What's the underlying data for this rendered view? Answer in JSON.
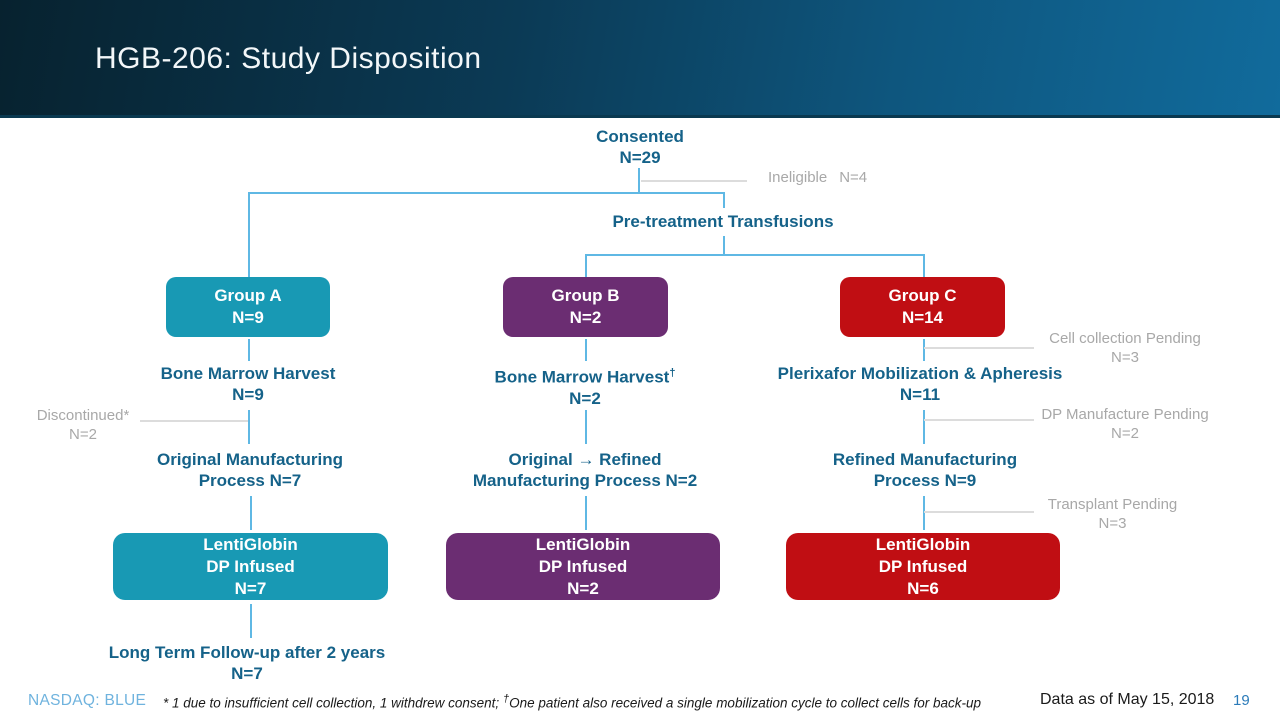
{
  "header": {
    "title": "HGB-206: Study Disposition"
  },
  "flow": {
    "consented": {
      "label": "Consented",
      "n": "N=29"
    },
    "ineligible": {
      "label": "Ineligible",
      "n": "N=4"
    },
    "pretreatment": {
      "label": "Pre-treatment Transfusions"
    },
    "groups": [
      {
        "label": "Group A",
        "n": "N=9",
        "color": "#1899B4"
      },
      {
        "label": "Group B",
        "n": "N=2",
        "color": "#6B2D72"
      },
      {
        "label": "Group C",
        "n": "N=14",
        "color": "#C00E13"
      }
    ],
    "stage1": [
      {
        "label": "Bone Marrow Harvest",
        "sup": "",
        "n": "N=9"
      },
      {
        "label": "Bone Marrow Harvest",
        "sup": "†",
        "n": "N=2"
      },
      {
        "label": "Plerixafor Mobilization & Apheresis",
        "sup": "",
        "n": "N=11"
      }
    ],
    "stage2": [
      {
        "line1": "Original Manufacturing",
        "line2": "Process N=7"
      },
      {
        "line1": "Original → Refined",
        "line2": "Manufacturing Process N=2"
      },
      {
        "line1": "Refined Manufacturing",
        "line2": "Process N=9"
      }
    ],
    "dp": [
      {
        "line1": "LentiGlobin",
        "line2": "DP Infused",
        "n": "N=7",
        "color": "#1899B4"
      },
      {
        "line1": "LentiGlobin",
        "line2": "DP Infused",
        "n": "N=2",
        "color": "#6B2D72"
      },
      {
        "line1": "LentiGlobin",
        "line2": "DP Infused",
        "n": "N=6",
        "color": "#C00E13"
      }
    ],
    "followup": {
      "label": "Long Term Follow-up after 2 years",
      "n": "N=7"
    },
    "notes": {
      "discontinued": {
        "label": "Discontinued*",
        "n": "N=2"
      },
      "cell_collection": {
        "label": "Cell collection Pending",
        "n": "N=3"
      },
      "dp_manufacture": {
        "label": "DP Manufacture Pending",
        "n": "N=2"
      },
      "transplant": {
        "label": "Transplant Pending",
        "n": "N=3"
      }
    }
  },
  "footer": {
    "ticker": "NASDAQ: BLUE",
    "footnote": {
      "star": "* 1 due to insufficient cell collection, 1 withdrew consent; ",
      "dagger": "†",
      "rest": "One patient also received a single mobilization cycle to collect cells for back-up"
    },
    "data_as_of": "Data as of May 15, 2018",
    "page": "19"
  },
  "colors": {
    "header_gradient_start": "#07222F",
    "header_gradient_end": "#116B9C",
    "accent_text": "#156289",
    "line_blue": "#5FB8E4",
    "note_gray": "#A8A8A8",
    "ticker_blue": "#6FB3DE",
    "page_blue": "#2B7BB9",
    "group_a_teal": "#1899B4",
    "group_b_purple": "#6B2D72",
    "group_c_red": "#C00E13"
  }
}
